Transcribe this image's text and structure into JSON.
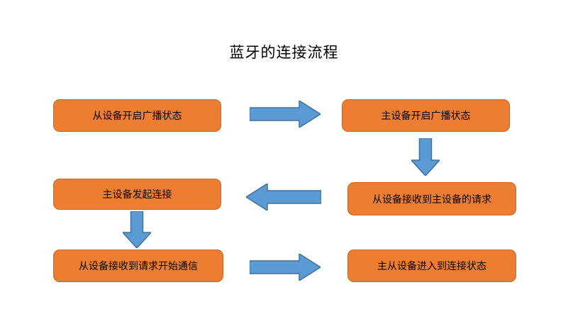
{
  "title": "蓝牙的连接流程",
  "colors": {
    "box_fill": "#ED7D31",
    "box_border": "#C9662A",
    "arrow_fill": "#5B9BD5",
    "arrow_border": "#41719C",
    "text": "#000000",
    "background": "#FFFFFF"
  },
  "boxes": [
    {
      "id": "slave-broadcast",
      "label": "从设备开启广播状态"
    },
    {
      "id": "master-broadcast",
      "label": "主设备开启广播状态"
    },
    {
      "id": "slave-receive-request",
      "label": "从设备接收到主设备的请求"
    },
    {
      "id": "master-initiate",
      "label": "主设备发起连接"
    },
    {
      "id": "slave-start-comm",
      "label": "从设备接收到请求开始通信"
    },
    {
      "id": "connected-state",
      "label": "主从设备进入到连接状态"
    }
  ],
  "arrows": [
    {
      "from": "slave-broadcast",
      "to": "master-broadcast",
      "direction": "right"
    },
    {
      "from": "master-broadcast",
      "to": "slave-receive-request",
      "direction": "down"
    },
    {
      "from": "slave-receive-request",
      "to": "master-initiate",
      "direction": "left"
    },
    {
      "from": "master-initiate",
      "to": "slave-start-comm",
      "direction": "down"
    },
    {
      "from": "slave-start-comm",
      "to": "connected-state",
      "direction": "right"
    }
  ]
}
